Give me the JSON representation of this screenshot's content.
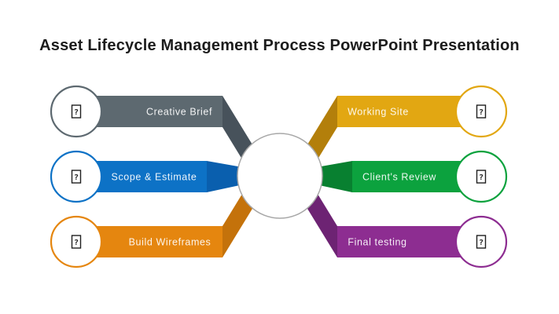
{
  "title": "Asset Lifecycle Management Process PowerPoint Presentation",
  "background": "#ffffff",
  "label_text_color": "#ffffff",
  "icon": {
    "name": "missing-glyph-icon",
    "glyph": "?"
  },
  "center_hub": {
    "fill": "#ffffff",
    "stroke": "#a8a8a8"
  },
  "steps": [
    {
      "id": "creative-brief",
      "label": "Creative Brief",
      "side": "left",
      "color": "#5d6970",
      "color_dark": "#47525b"
    },
    {
      "id": "scope-estimate",
      "label": "Scope & Estimate",
      "side": "left",
      "color": "#0d72c6",
      "color_dark": "#0a5fae"
    },
    {
      "id": "build-wireframes",
      "label": "Build Wireframes",
      "side": "left",
      "color": "#e5860f",
      "color_dark": "#c4720b"
    },
    {
      "id": "working-site",
      "label": "Working Site",
      "side": "right",
      "color": "#e2a712",
      "color_dark": "#b37f0b"
    },
    {
      "id": "clients-review",
      "label": "Client's Review",
      "side": "right",
      "color": "#0ca23e",
      "color_dark": "#088030"
    },
    {
      "id": "final-testing",
      "label": "Final testing",
      "side": "right",
      "color": "#8d2d91",
      "color_dark": "#6d2373"
    }
  ]
}
